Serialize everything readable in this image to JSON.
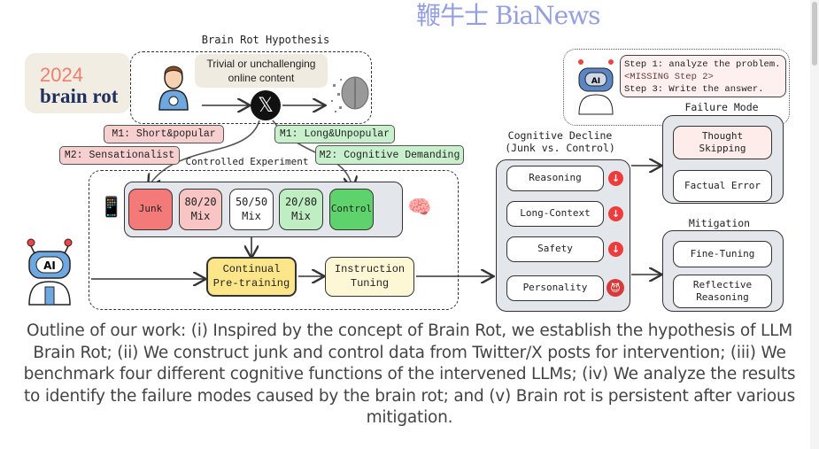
{
  "figure": {
    "logo": {
      "year": "2024",
      "text": "brain rot"
    },
    "hypothesis": {
      "title": "Brain Rot Hypothesis",
      "content_label": "Trivial or unchallenging online content",
      "platform_icon": "x-logo-icon"
    },
    "junk_metrics": [
      "M1: Short&popular",
      "M2: Sensationalist"
    ],
    "control_metrics": [
      "M1: Long&Unpopular",
      "M2: Cognitive Demanding"
    ],
    "experiment": {
      "title": "Controlled Experiment",
      "mixes": [
        {
          "label": "Junk",
          "color": "#f47a7a"
        },
        {
          "label": "80/20 Mix",
          "color": "#f9c4c4"
        },
        {
          "label": "50/50 Mix",
          "color": "#ffffff"
        },
        {
          "label": "20/80 Mix",
          "color": "#bfeec3"
        },
        {
          "label": "Control",
          "color": "#5fd36b"
        }
      ],
      "continual": "Continual Pre-training",
      "instruction": "Instruction Tuning"
    },
    "decline": {
      "title": "Cognitive Decline (Junk vs. Control)",
      "items": [
        "Reasoning",
        "Long-Context",
        "Safety",
        "Personality"
      ],
      "indicators": [
        "down-arrow-icon",
        "down-arrow-icon",
        "down-arrow-icon",
        "devil-face-icon"
      ]
    },
    "bubble": [
      "Step 1: analyze the problem.",
      "<MISSING Step 2>",
      "Step 3: Write the answer."
    ],
    "failure": {
      "title": "Failure Mode",
      "items": [
        "Thought Skipping",
        "Factual Error"
      ]
    },
    "mitigation": {
      "title": "Mitigation",
      "items": [
        "Fine-Tuning",
        "Reflective Reasoning"
      ]
    }
  },
  "caption": "Outline of our work: (i) Inspired by the concept of Brain Rot, we establish the hypothesis of LLM Brain Rot; (ii) We construct junk and control data from Twitter/X posts for intervention; (iii) We benchmark four different cognitive functions of the intervened LLMs; (iv) We analyze the results to identify the failure modes caused by the brain rot; and (v) Brain rot is persistent after various mitigation.",
  "watermark": "鞭牛士 BiaNews"
}
